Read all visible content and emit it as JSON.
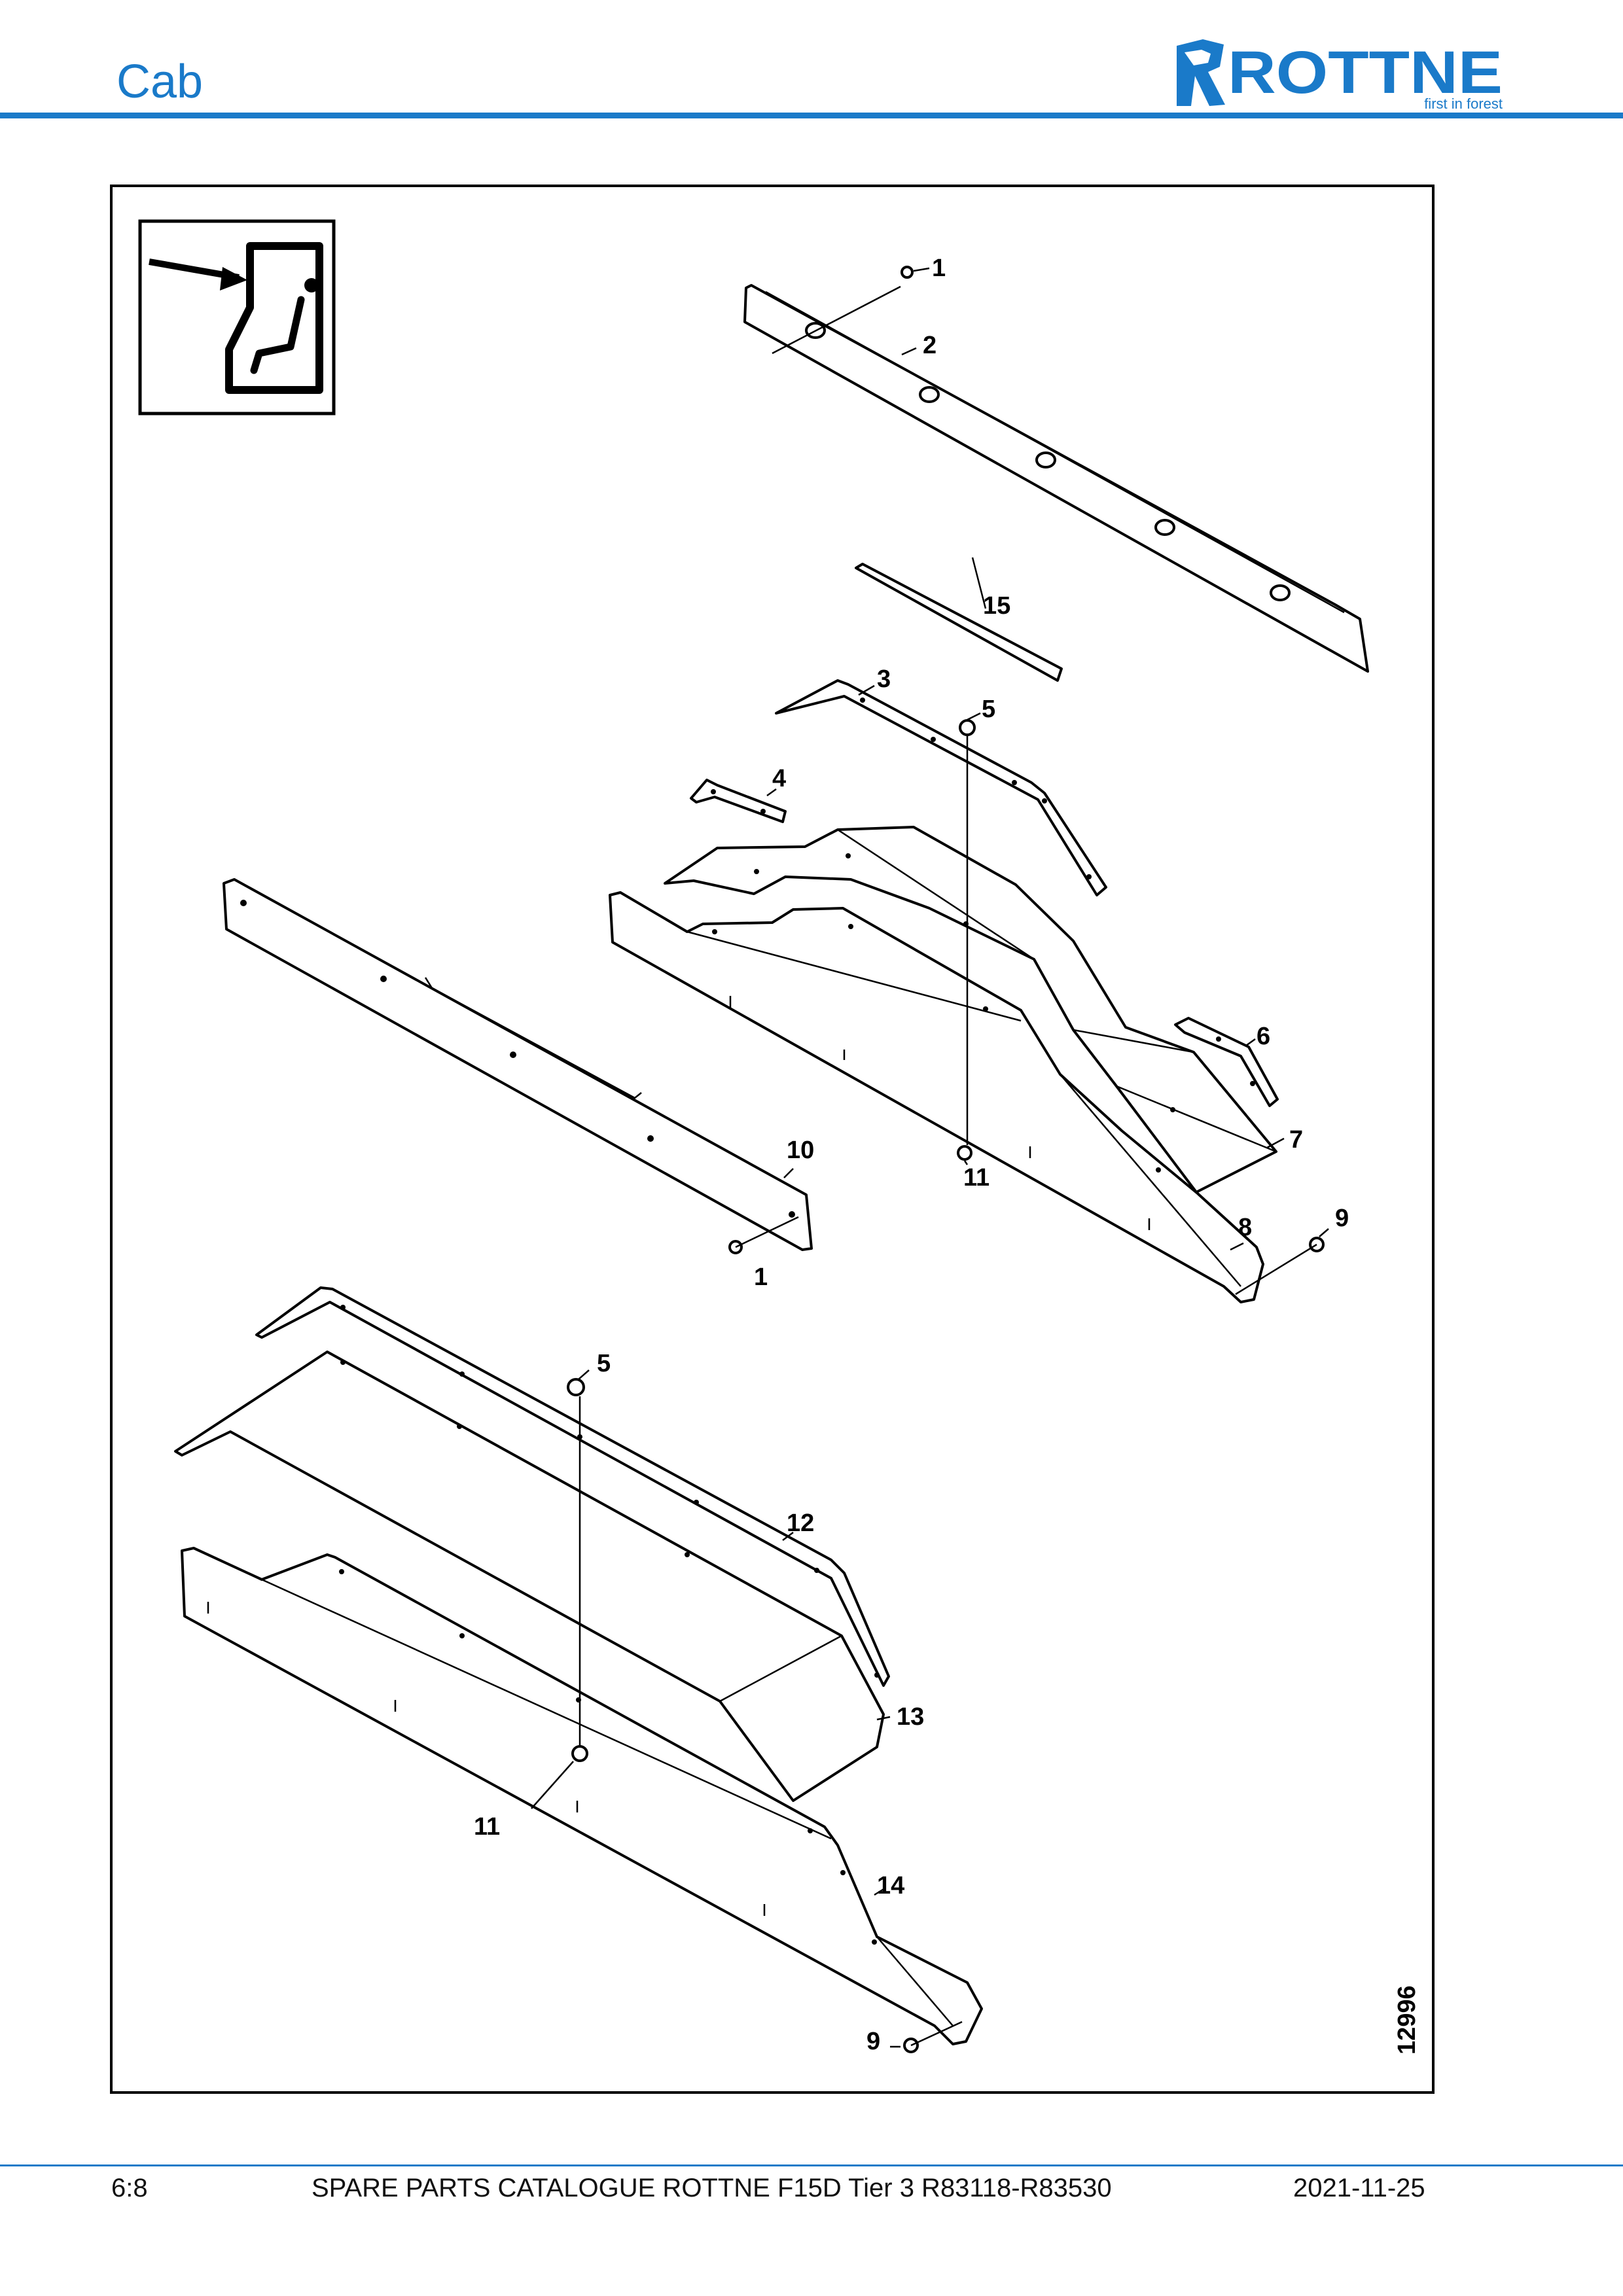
{
  "header": {
    "title": "Cab",
    "logo_text": "ROTTNE",
    "logo_tagline": "first in forest"
  },
  "drawing": {
    "drawing_number": "12996",
    "part_callouts": [
      {
        "id": "c1a",
        "label": "1"
      },
      {
        "id": "c2",
        "label": "2"
      },
      {
        "id": "c15",
        "label": "15"
      },
      {
        "id": "c3",
        "label": "3"
      },
      {
        "id": "c5a",
        "label": "5"
      },
      {
        "id": "c4",
        "label": "4"
      },
      {
        "id": "c6",
        "label": "6"
      },
      {
        "id": "c7",
        "label": "7"
      },
      {
        "id": "c10",
        "label": "10"
      },
      {
        "id": "c11a",
        "label": "11"
      },
      {
        "id": "c1b",
        "label": "1"
      },
      {
        "id": "c8",
        "label": "8"
      },
      {
        "id": "c9a",
        "label": "9"
      },
      {
        "id": "c5b",
        "label": "5"
      },
      {
        "id": "c12",
        "label": "12"
      },
      {
        "id": "c13",
        "label": "13"
      },
      {
        "id": "c11b",
        "label": "11"
      },
      {
        "id": "c14",
        "label": "14"
      },
      {
        "id": "c9b",
        "label": "9"
      }
    ]
  },
  "footer": {
    "page": "6:8",
    "catalogue": "SPARE PARTS CATALOGUE ROTTNE F15D Tier 3 R83118-R83530",
    "date": "2021-11-25"
  },
  "colors": {
    "brand_blue": "#1a7ac9",
    "line": "#000000"
  }
}
